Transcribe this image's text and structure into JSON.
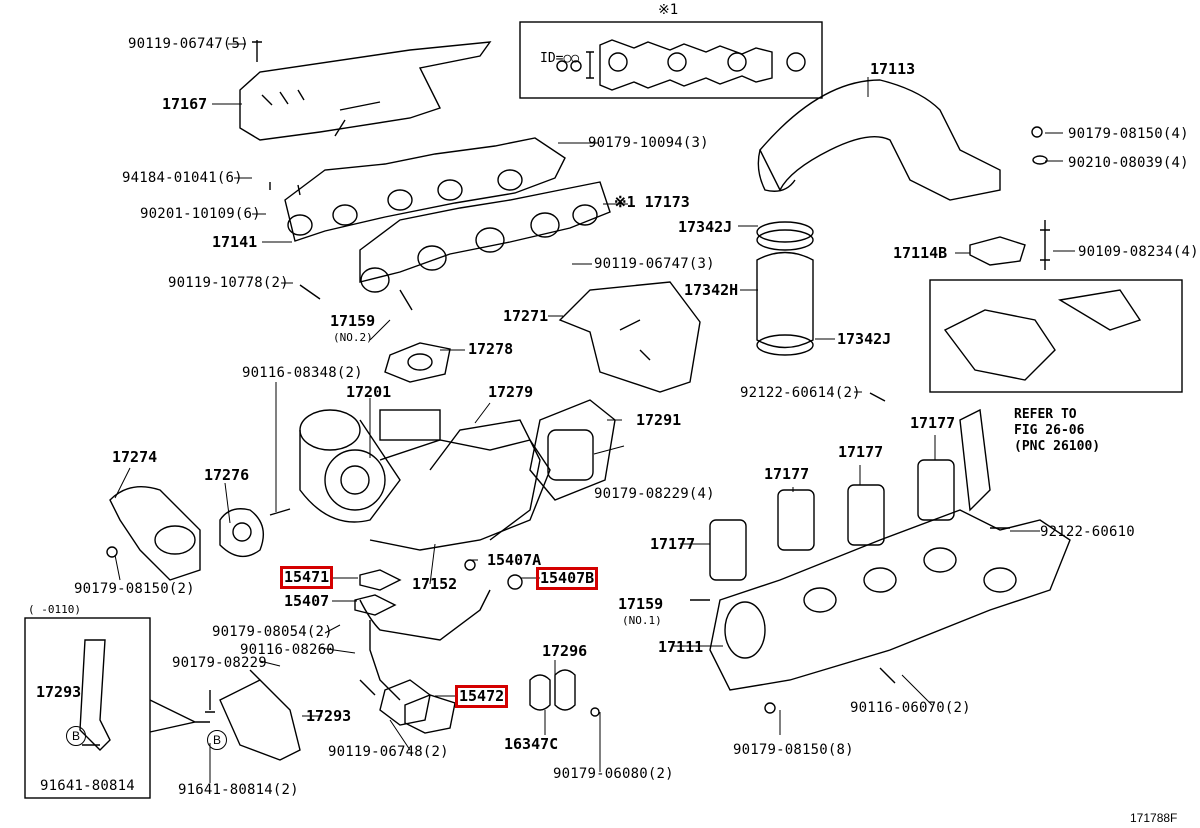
{
  "diagram_code": "171788F",
  "top_symbol": "※1",
  "gasket_inset_label": "ID=○○",
  "labels": {
    "p90119_06747_5": "90119-06747(5)",
    "p17167": "17167",
    "p94184_01041": "94184-01041(6)",
    "p90201_10109": "90201-10109(6)",
    "p17141": "17141",
    "p90119_10778": "90119-10778(2)",
    "p17159_no2": "17159",
    "no2": "(NO.2)",
    "p17278": "17278",
    "p90179_10094": "90179-10094(3)",
    "p17173": "※1 17173",
    "p90119_06747_3": "90119-06747(3)",
    "p17271": "17271",
    "p90116_08348": "90116-08348(2)",
    "p17201": "17201",
    "p17279": "17279",
    "p17291": "17291",
    "p90179_08229_4": "90179-08229(4)",
    "p17274": "17274",
    "p17276": "17276",
    "p90179_08150_2": "90179-08150(2)",
    "p15471": "15471",
    "p15407": "15407",
    "p17152": "17152",
    "p15407A": "15407A",
    "p15407B": "15407B",
    "p90179_08054": "90179-08054(2)",
    "p90116_08260": "90116-08260",
    "p90179_08229_1": "90179-08229",
    "p17293a": "17293",
    "p17293b": "17293",
    "p91641_a": "91641-80814",
    "p91641_b": "91641-80814(2)",
    "p90119_06748": "90119-06748(2)",
    "p15472": "15472",
    "p17296": "17296",
    "p16347C": "16347C",
    "p90179_06080": "90179-06080(2)",
    "p17113": "17113",
    "p90179_08150_top": "90179-08150(4)",
    "p90210_08039": "90210-08039(4)",
    "p17342J_a": "17342J",
    "p17342H": "17342H",
    "p17342J_b": "17342J",
    "p17114B": "17114B",
    "p90109_08234": "90109-08234(4)",
    "p92122_60614": "92122-60614(2)",
    "p17177_a": "17177",
    "p17177_b": "17177",
    "p17177_c": "17177",
    "p17177_d": "17177",
    "p92122_60610": "92122-60610",
    "p17159_no1": "17159",
    "no1": "(NO.1)",
    "p17111": "17111",
    "p90116_06070": "90116-06070(2)",
    "p90179_08150_8": "90179-08150(8)",
    "inset_range": "(   -0110)",
    "b_mark": "B"
  },
  "refer_note": [
    "REFER TO",
    "FIG 26-06",
    "(PNC 26100)"
  ],
  "highlight_color": "#d40000"
}
